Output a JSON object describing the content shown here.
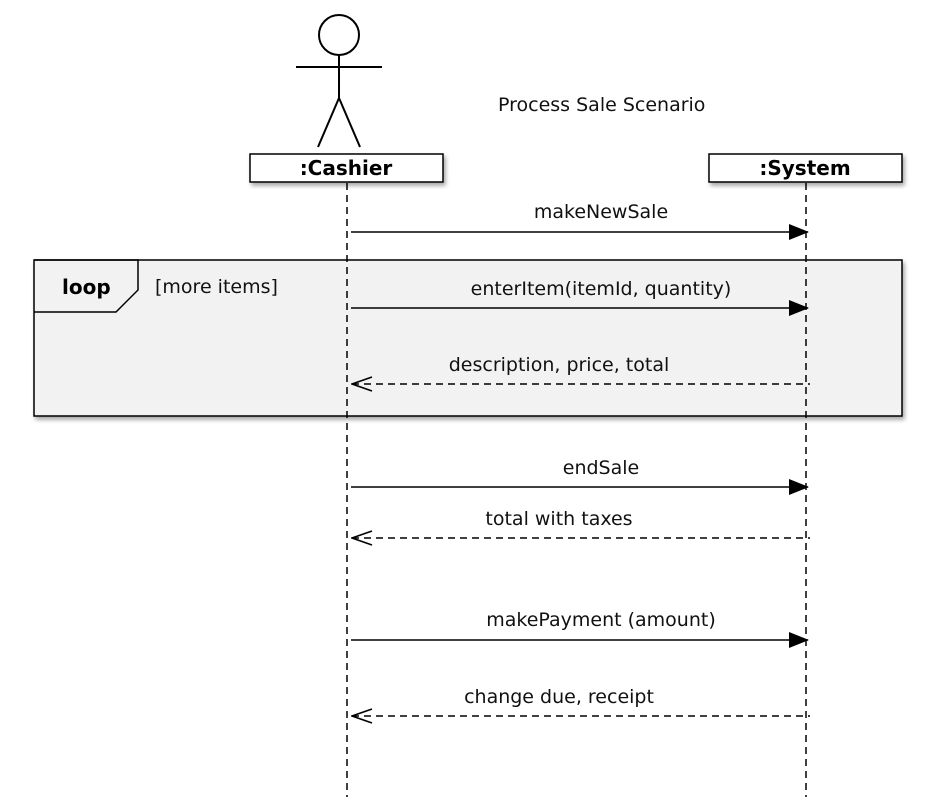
{
  "title": "Process Sale Scenario",
  "lifelines": {
    "cashier": ":Cashier",
    "system": ":System"
  },
  "fragment": {
    "operator": "loop",
    "guard": "[more items]"
  },
  "messages": [
    {
      "label": "makeNewSale",
      "kind": "sync",
      "from": "cashier",
      "to": "system"
    },
    {
      "label": "enterItem(itemId, quantity)",
      "kind": "sync",
      "from": "cashier",
      "to": "system"
    },
    {
      "label": "description, price, total",
      "kind": "return",
      "from": "system",
      "to": "cashier"
    },
    {
      "label": "endSale",
      "kind": "sync",
      "from": "cashier",
      "to": "system"
    },
    {
      "label": "total with taxes",
      "kind": "return",
      "from": "system",
      "to": "cashier"
    },
    {
      "label": "makePayment (amount)",
      "kind": "sync",
      "from": "cashier",
      "to": "system"
    },
    {
      "label": "change due, receipt",
      "kind": "return",
      "from": "system",
      "to": "cashier"
    }
  ]
}
